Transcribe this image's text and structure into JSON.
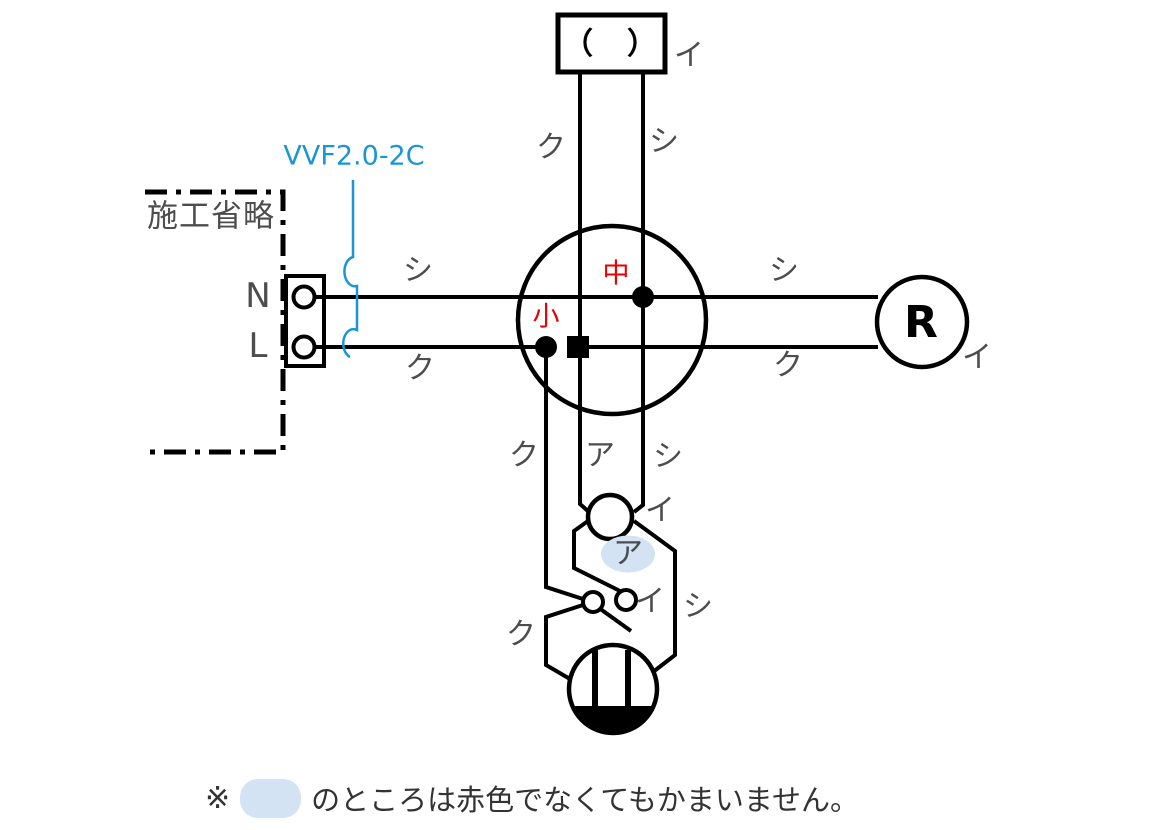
{
  "diagram": {
    "cable_label": "VVF2.0-2C",
    "omission_label": "施工省略",
    "terminal_n": "N",
    "terminal_l": "L",
    "ceiling_light_symbol": "（　）",
    "receptacle_symbol": "R",
    "circuit_top_light": "イ",
    "circuit_receptacle": "イ",
    "circuit_pilot_lamp": "イ",
    "circuit_switch": "イ",
    "sleeve_medium": "中",
    "sleeve_small": "小",
    "wires": {
      "leg_left_black": "ク",
      "leg_right_white": "シ",
      "neutral_left": "シ",
      "neutral_right": "シ",
      "live_left": "ク",
      "live_right": "ク",
      "down_left_black": "ク",
      "down_mid_red": "ア",
      "down_right_white": "シ",
      "pilot_to_switch_red": "ア",
      "switch_side_white": "シ",
      "outlet_side_black": "ク"
    }
  },
  "note": {
    "mark": "※",
    "text": "のところは赤色でなくてもかまいません。"
  },
  "colors": {
    "line": "#000000",
    "label": "#4d4d4d",
    "sleeve_red": "#e60000",
    "cable_blue": "#1a96d5",
    "highlight_blue": "#d3e3f4"
  }
}
